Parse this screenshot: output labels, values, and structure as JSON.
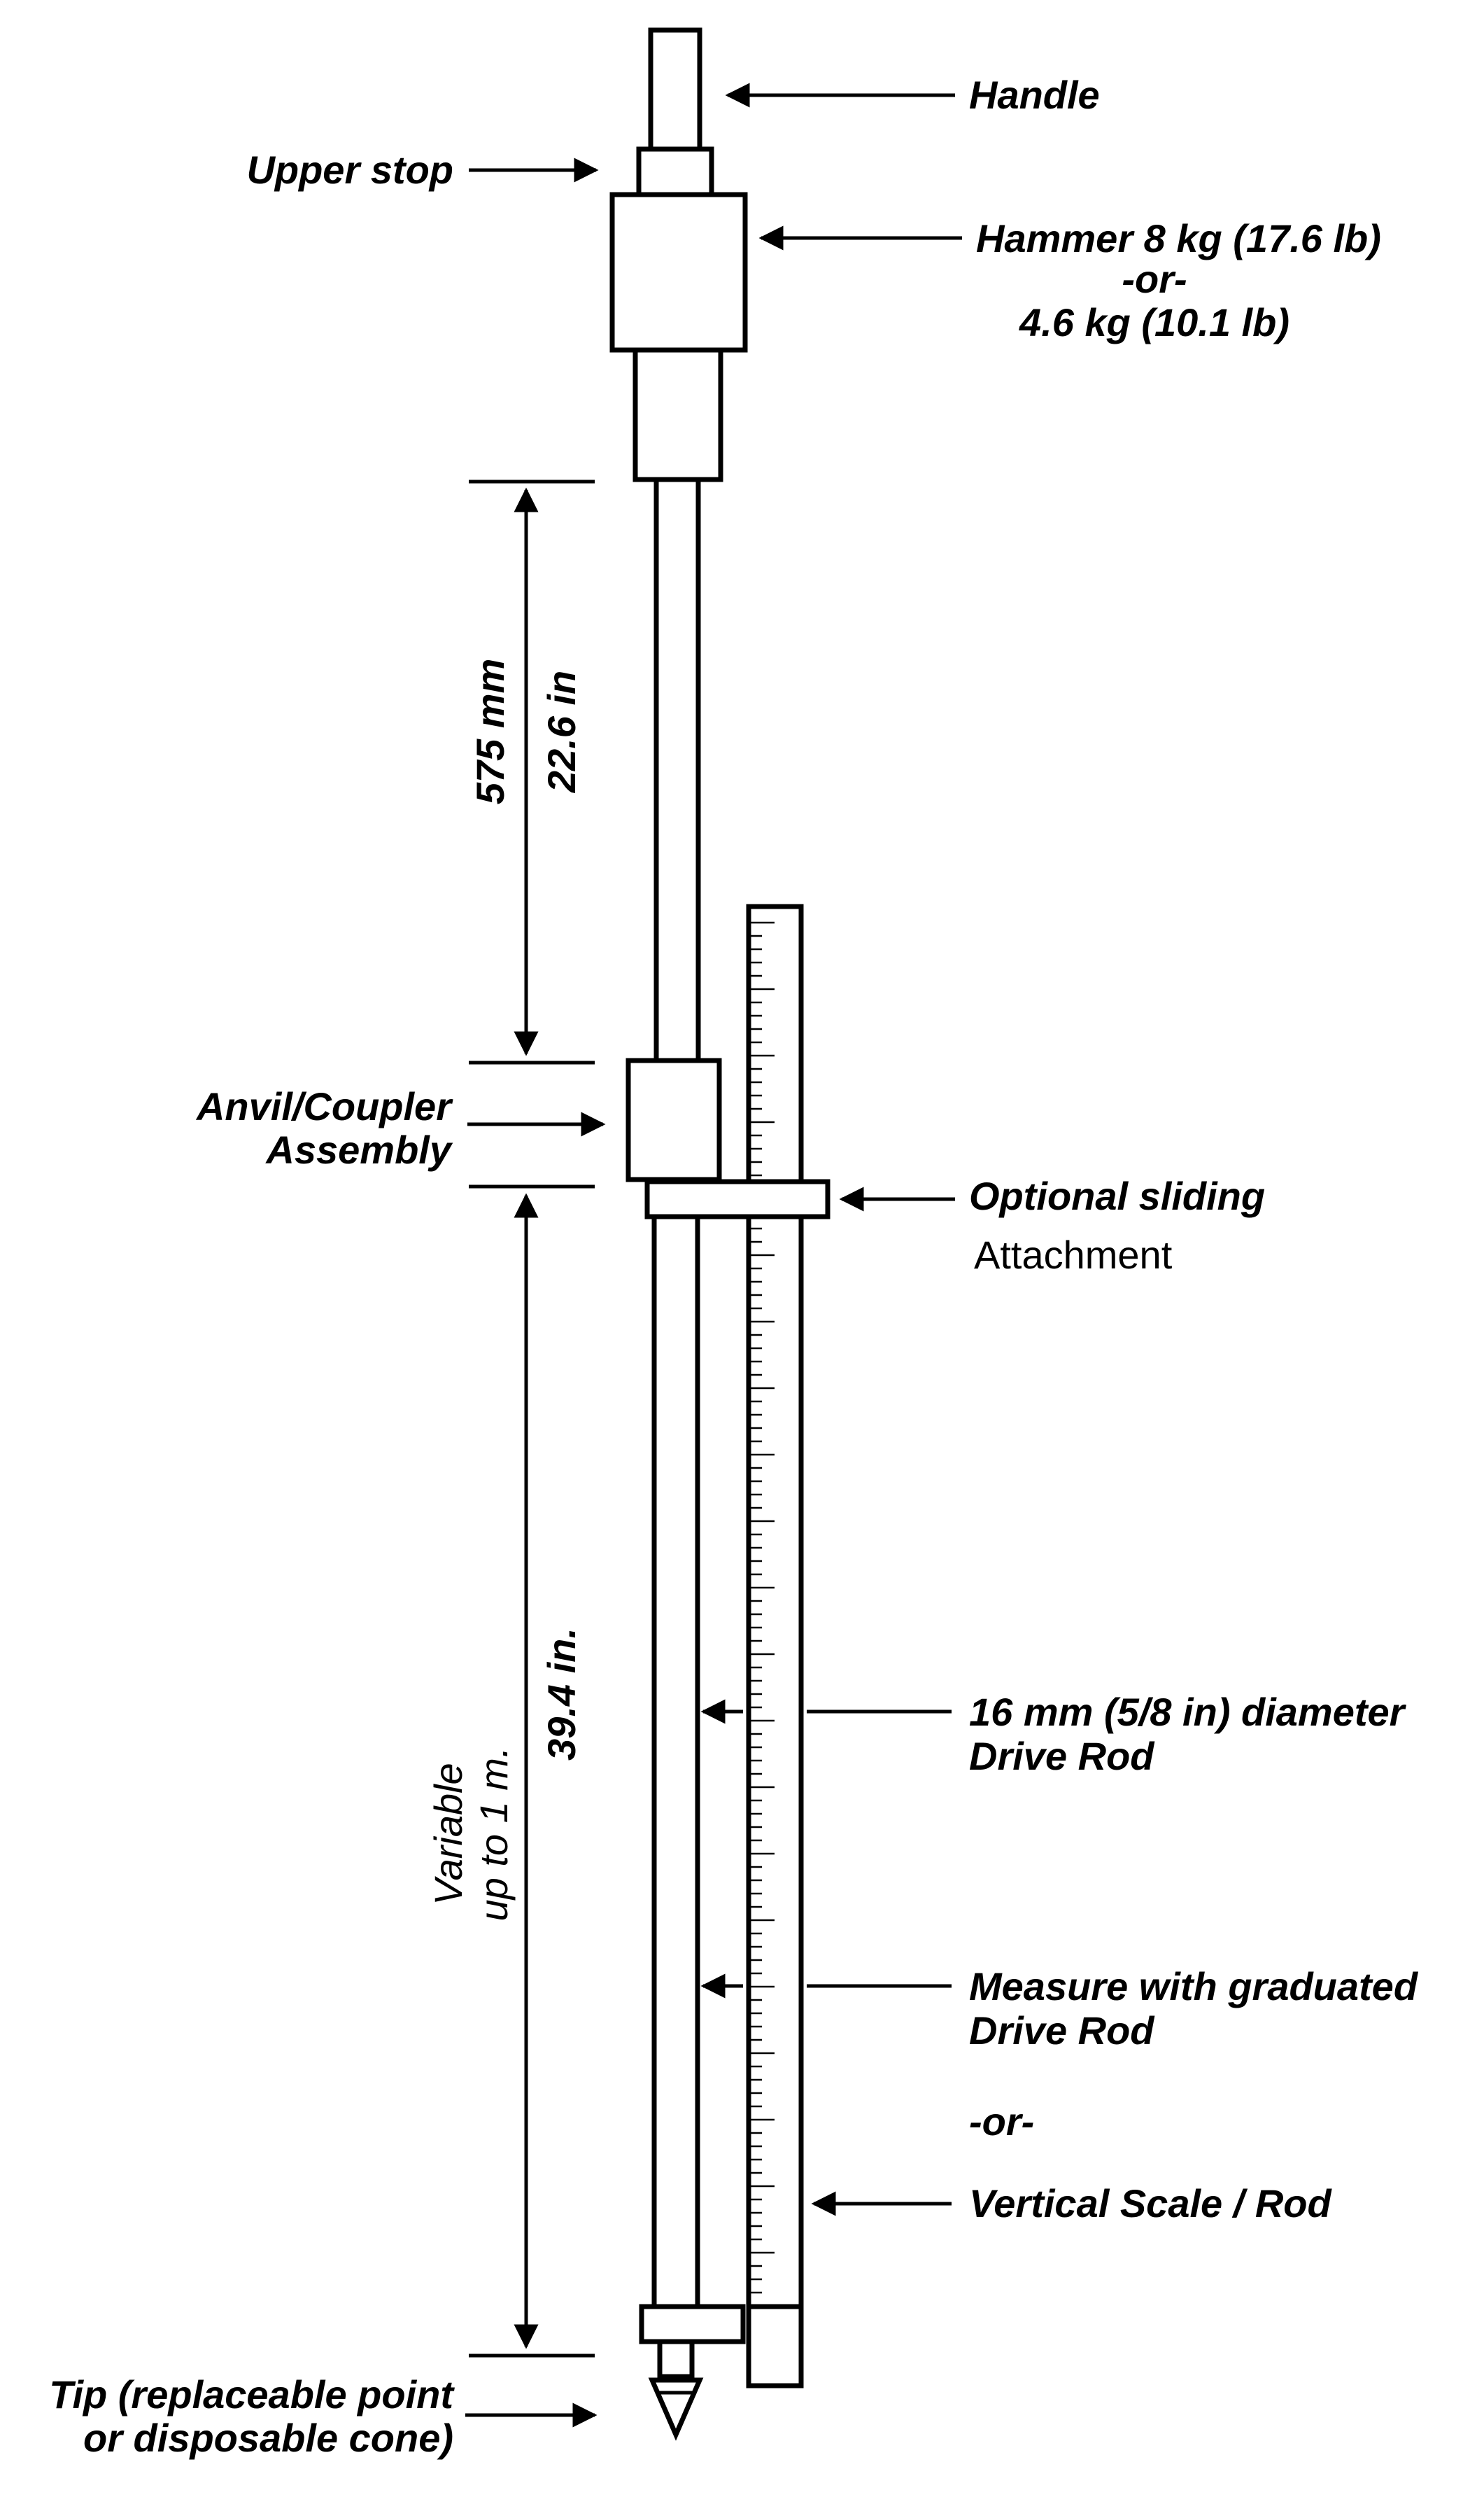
{
  "labels": {
    "handle": "Handle",
    "upper_stop": "Upper stop",
    "hammer_line1": "Hammer  8 kg (17.6 lb)",
    "hammer_line2": "-or-",
    "hammer_line3": "4.6 kg (10.1 lb)",
    "anvil_line1": "Anvil/Coupler",
    "anvil_line2": "Assembly",
    "sliding_line1": "Optional sliding",
    "sliding_line2": "Attachment",
    "drive_rod_line1": "16 mm (5/8 in) diameter",
    "drive_rod_line2": "Drive Rod",
    "measure_line1": "Measure with graduated",
    "measure_line2": "Drive Rod",
    "or_text": "-or-",
    "vertical_scale": "Vertical Scale / Rod",
    "tip_line1": "Tip (replaceable point",
    "tip_line2": "or disposable cone)"
  },
  "dimensions": {
    "upper_mm": "575 mm",
    "upper_in": "22.6 in",
    "lower_variable_line1": "Variable",
    "lower_variable_line2": "up to 1 m.",
    "lower_in": "39.4 in."
  },
  "colors": {
    "ink": "#000000",
    "paper": "#ffffff"
  }
}
